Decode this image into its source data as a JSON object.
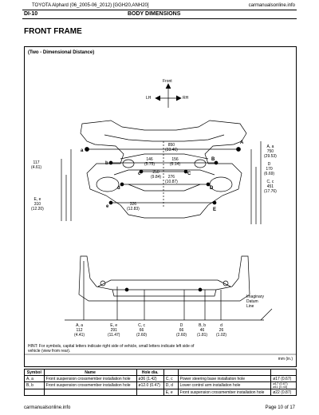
{
  "header": {
    "source_title": "TOYOTA Alphard (06_2005-06_2012) [GGH20,ANH20]",
    "site": "carmanualsonline.info",
    "page_code": "DI-10",
    "section": "BODY DIMENSIONS"
  },
  "title": "FRONT FRAME",
  "diagram": {
    "subtitle": "(Two - Dimensional Distance)",
    "direction": {
      "front": "Front",
      "left": "LH",
      "right": "RH"
    },
    "top_view": {
      "points_left": [
        "a",
        "b",
        "c",
        "d",
        "e"
      ],
      "points_right": [
        "A",
        "B",
        "C",
        "D",
        "E"
      ],
      "dims": {
        "a_A": "850\n(33.46)",
        "b_B_left": "146\n(5.75)",
        "b_B_right": "156\n(6.14)",
        "c_C": "250\n(9.84)",
        "d_D": "276\n(10.87)",
        "e_E": "326\n(12.83)",
        "left_b": "117\n(4.61)",
        "left_E": "E, e\n310\n(12.20)",
        "right_A": "A, a\n750\n(29.53)",
        "right_D": "D\n170\n(6.69)",
        "right_C": "C, c\n451\n(17.76)"
      }
    },
    "side_view": {
      "datum_label": "Imaginary\nDatum\nLine",
      "dims": [
        "A, a\n112\n(4.41)",
        "E, e\n291\n(11.47)",
        "C, c\n66\n(2.60)",
        "D\n66\n(2.60)",
        "B, b\n46\n(1.81)",
        "d\n26\n(1.02)"
      ]
    },
    "hint": "HINT: For symbols, capital letters indicate right side of vehicle, small letters indicate left side of vehicle (view from rear).",
    "unit_note": "mm (in.)"
  },
  "legend": {
    "columns": [
      "Symbol",
      "Name",
      "Hole dia.",
      "",
      "",
      ""
    ],
    "rows": [
      [
        "A, a",
        "Front suspension crossmember installation hole",
        "ø36 (1.42)",
        "C, c",
        "Power steering base installation hole",
        "ø17 (0.67)"
      ],
      [
        "B, b",
        "Front suspension crossmember installation hole",
        "ø12.0 (0.47)",
        "D, d",
        "Lower control arm installation hole",
        "ø17 (0.67)\nø11 (0.43)"
      ],
      [
        "",
        "",
        "",
        "E, e",
        "Front suspension crossmember installation hole",
        "ø22 (0.87)"
      ]
    ]
  },
  "footer": {
    "site": "carmanualsonline.info",
    "page": "Page 10 of 17"
  }
}
